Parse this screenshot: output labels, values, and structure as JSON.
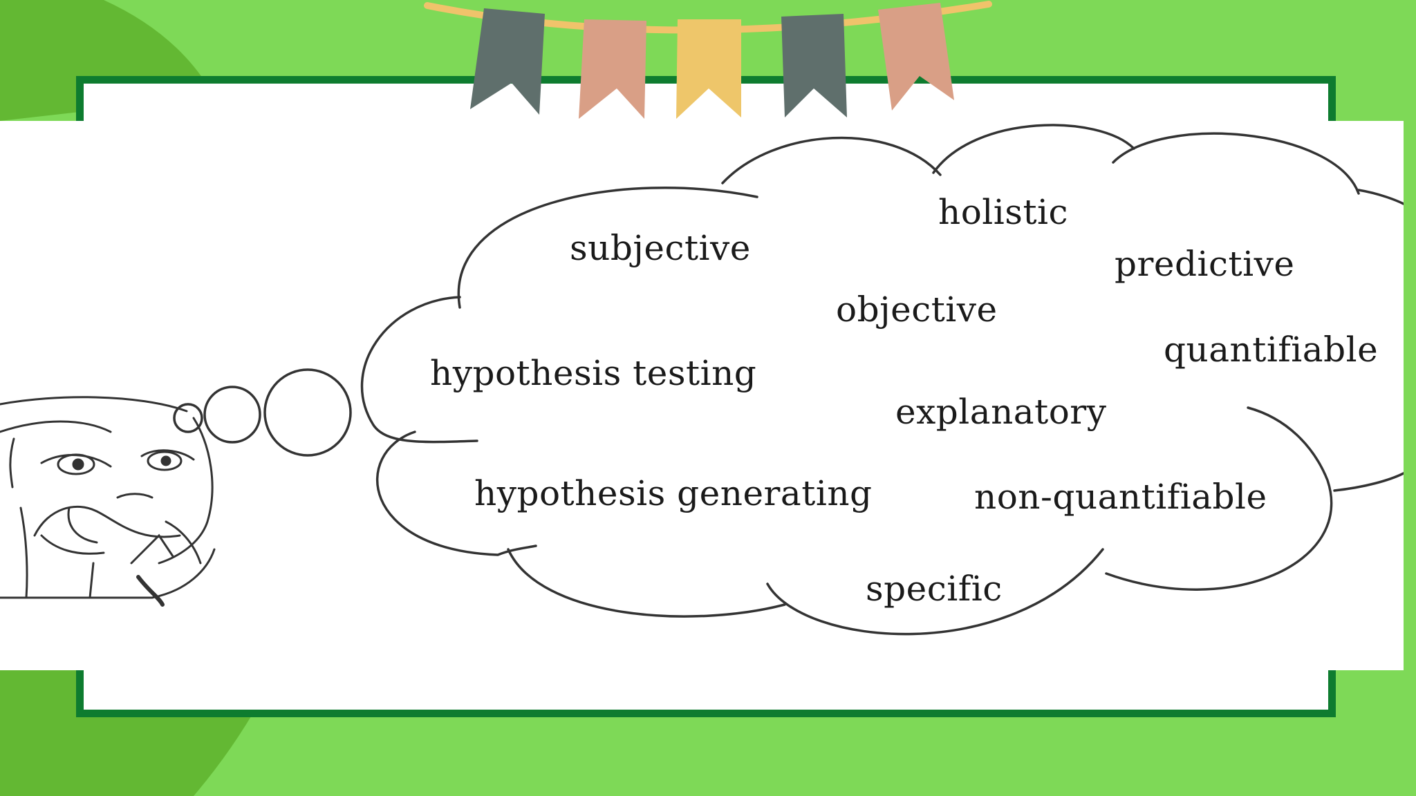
{
  "thought_cloud": {
    "words": [
      {
        "id": "subjective",
        "text": "subjective"
      },
      {
        "id": "holistic",
        "text": "holistic"
      },
      {
        "id": "predictive",
        "text": "predictive"
      },
      {
        "id": "objective",
        "text": "objective"
      },
      {
        "id": "quantifiable",
        "text": "quantifiable"
      },
      {
        "id": "hypothesis-testing",
        "text": "hypothesis testing"
      },
      {
        "id": "explanatory",
        "text": "explanatory"
      },
      {
        "id": "hypothesis-generating",
        "text": "hypothesis generating"
      },
      {
        "id": "non-quantifiable",
        "text": "non-quantifiable"
      },
      {
        "id": "specific",
        "text": "specific"
      }
    ]
  },
  "colors": {
    "background": "#7ed957",
    "background_dark": "#63b833",
    "frame_border": "#0e7c2f",
    "flag_gray": "#5f6f6c",
    "flag_salmon": "#d99f86",
    "flag_yellow": "#eec66a",
    "string": "#f0c36b"
  },
  "icons": {
    "person": "thinking-person-icon",
    "bunting": "pennant-bunting-icon"
  }
}
